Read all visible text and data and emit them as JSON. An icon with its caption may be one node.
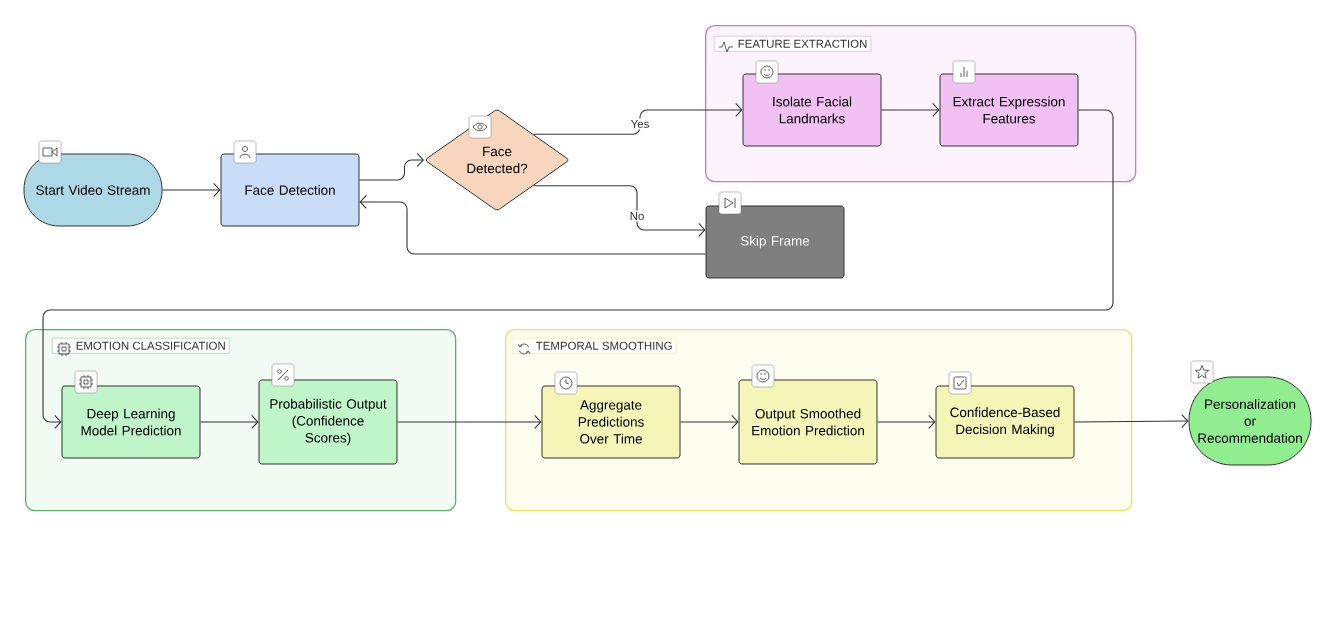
{
  "diagram": {
    "nodes": [
      {
        "text": [
          "Start Video Stream"
        ]
      },
      {
        "text": [
          "Face Detection"
        ]
      },
      {
        "text": [
          "Face Detected?"
        ]
      },
      {
        "text": [
          "FEATURE EXTRACTION"
        ]
      },
      {
        "text": [
          "Isolate Facial Landmarks"
        ],
        "in": 3
      },
      {
        "text": [
          "Extract Expression Features"
        ],
        "in": 3
      },
      {
        "text": [
          "Skip Frame"
        ]
      },
      {
        "text": [
          "EMOTION CLASSIFICATION"
        ]
      },
      {
        "text": [
          "Deep Learning Model Prediction"
        ],
        "in": 7
      },
      {
        "text": [
          "Probabilistic Output (Confidence Scores)"
        ],
        "in": 7
      },
      {
        "text": [
          "TEMPORAL SMOOTHING"
        ]
      },
      {
        "text": [
          "Aggregate Predictions Over Time"
        ],
        "in": 10
      },
      {
        "text": [
          "Output Smoothed Emotion Prediction"
        ],
        "in": 10
      },
      {
        "text": [
          "Confidence-Based Decision Making"
        ],
        "in": 10
      },
      {
        "text": [
          "Personalization or Recommendation"
        ]
      }
    ],
    "edges": [
      {
        "from": 0,
        "to": 1,
        "arrow": "to"
      },
      {
        "from": 1,
        "to": 2,
        "arrow": "to"
      },
      {
        "from": 2,
        "to": 4,
        "arrow": "to",
        "label": "Yes"
      },
      {
        "from": 2,
        "to": 6,
        "arrow": "to",
        "label": "No"
      },
      {
        "from": 6,
        "to": 1,
        "arrow": "to"
      },
      {
        "from": 4,
        "to": 5,
        "arrow": "to"
      },
      {
        "from": 5,
        "to": 8,
        "arrow": "to"
      },
      {
        "from": 8,
        "to": 9,
        "arrow": "to"
      },
      {
        "from": 9,
        "to": 11,
        "arrow": "to"
      },
      {
        "from": 11,
        "to": 12,
        "arrow": "to"
      },
      {
        "from": 12,
        "to": 13,
        "arrow": "to"
      },
      {
        "from": 13,
        "to": 14,
        "arrow": "to"
      }
    ]
  }
}
